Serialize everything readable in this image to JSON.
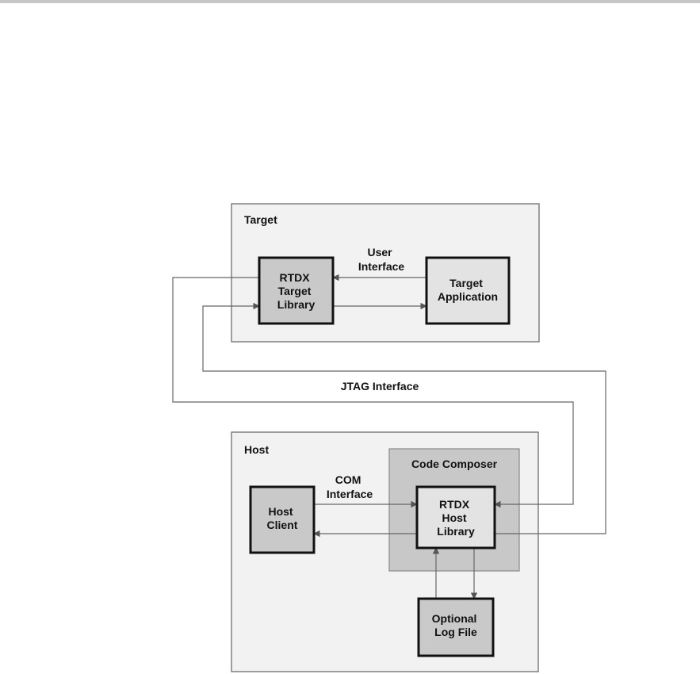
{
  "diagram": {
    "target": {
      "title": "Target",
      "rtdx_target_library": [
        "RTDX",
        "Target",
        "Library"
      ],
      "target_application": [
        "Target",
        "Application"
      ],
      "user_interface_label": [
        "User",
        "Interface"
      ]
    },
    "interface": {
      "jtag_label": "JTAG Interface"
    },
    "host": {
      "title": "Host",
      "code_composer_title": "Code Composer",
      "rtdx_host_library": [
        "RTDX",
        "Host",
        "Library"
      ],
      "host_client": [
        "Host",
        "Client"
      ],
      "optional_log_file": [
        "Optional",
        "Log File"
      ],
      "com_interface_label": [
        "COM",
        "Interface"
      ]
    }
  },
  "colors": {
    "region_fill": "#f2f2f2",
    "region_stroke": "#777777",
    "code_composer_fill": "#c8c8c8",
    "library_fill": "#c9c9c9",
    "light_box_fill": "#e3e3e3",
    "dark_stroke": "#111111",
    "connector_stroke": "#666666"
  }
}
